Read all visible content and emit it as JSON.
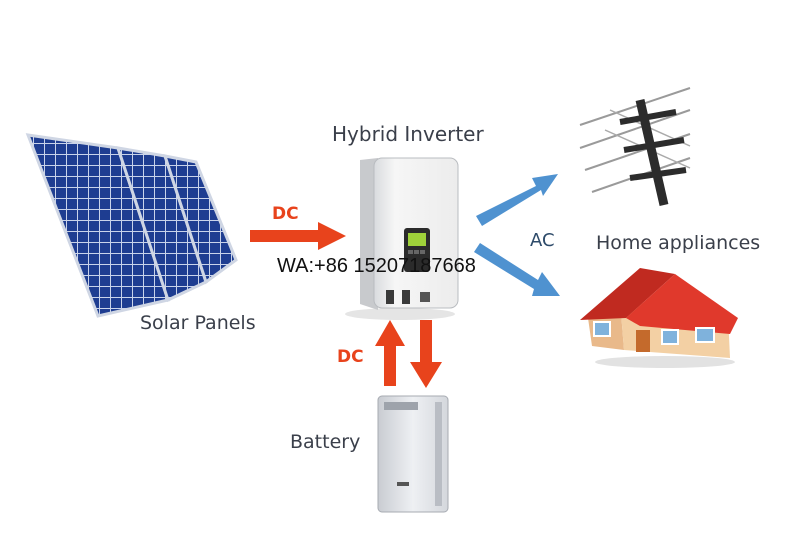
{
  "diagram": {
    "inverter_label": "Hybrid Inverter",
    "solar_label": "Solar Panels",
    "home_label": "Home appliances",
    "battery_label": "Battery",
    "dc_top_label": "DC",
    "dc_bottom_label": "DC",
    "ac_label": "AC"
  },
  "watermark": "WA:+86 15207187668",
  "colors": {
    "dc_arrow": "#e8431c",
    "ac_arrow": "#4f92d0",
    "panel": "#1f3f93",
    "roof": "#d9362a"
  }
}
